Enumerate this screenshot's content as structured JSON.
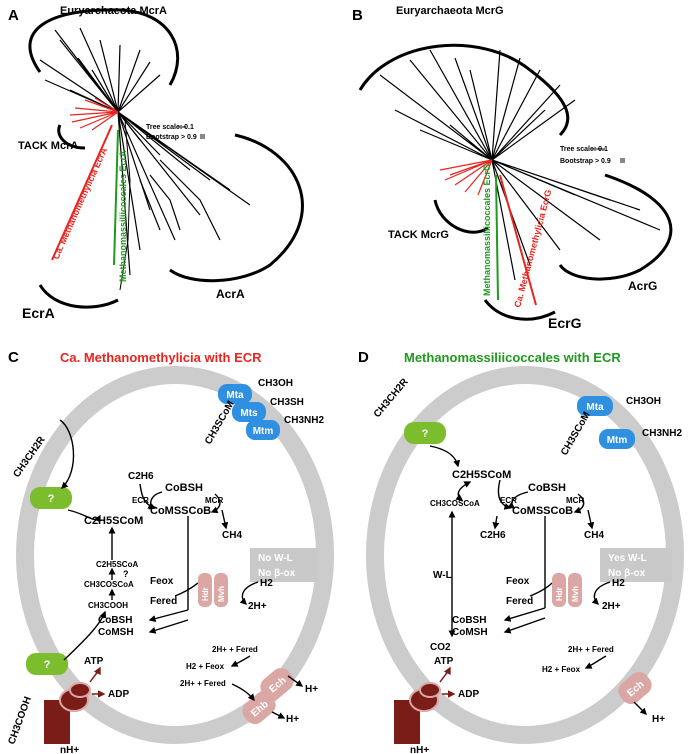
{
  "panel_a": {
    "letter": "A",
    "title": "Euryarchaeota McrA",
    "tack": "TACK McrA",
    "meth": "Ca. Methanomethylicia EcrA",
    "methm": "Methanomassiliicoccales EcrA",
    "ecr": "EcrA",
    "acr": "AcrA",
    "tree_scale": "Tree scale: 0.1",
    "bootstrap": "Bootstrap > 0.9"
  },
  "panel_b": {
    "letter": "B",
    "title": "Euryarchaeota McrG",
    "tack": "TACK McrG",
    "meth": "Ca. Methanomethylicia EcrG",
    "methm": "Methanomassiliicoccales EcrG",
    "ecr": "EcrG",
    "acr": "AcrG",
    "tree_scale": "Tree scale: 0.1",
    "bootstrap": "Bootstrap > 0.9"
  },
  "panel_c": {
    "letter": "C",
    "title": "Ca. Methanomethylicia with ECR",
    "title_color": "#e8251f",
    "substrate_left": "CH3CH2R",
    "substrate_bottom": "CH3COOH",
    "q": "?",
    "mta": "Mta",
    "mts": "Mts",
    "mtm": "Mtm",
    "ch3oh": "CH3OH",
    "ch3sh": "CH3SH",
    "ch3nh2": "CH3NH2",
    "ch3scom": "CH3SCoM",
    "c2h6": "C2H6",
    "cobsh": "CoBSH",
    "ecr": "ECR",
    "mcr": "MCR",
    "comsscob": "CoMSSCoB",
    "c2h5scom": "C2H5SCoM",
    "ch4": "CH4",
    "c2h5scoa": "C2H5SCoA",
    "ch3coscoa": "CH3COSCoA",
    "ch3cooh": "CH3COOH",
    "no_wl": "No W-L",
    "no_box": "No β-ox",
    "feox": "Feox",
    "fered": "Fered",
    "cobsh2": "CoBSH",
    "comsh": "CoMSH",
    "hdr": "Hdr",
    "mvh": "Mvh",
    "h2": "H2",
    "h2plus": "2H+",
    "ech_top": "2H+ + Fered",
    "ech_mid": "H2 + Feox",
    "ehb_in": "2H+ + Fered",
    "ech": "Ech",
    "ehb": "Ehb",
    "hplus1": "H+",
    "hplus2": "H+",
    "atp": "ATP",
    "adp": "ADP",
    "nh": "nH+"
  },
  "panel_d": {
    "letter": "D",
    "title": "Methanomassiliicoccales with ECR",
    "title_color": "#1e9a1e",
    "substrate_left": "CH3CH2R",
    "q": "?",
    "mta": "Mta",
    "mtm": "Mtm",
    "ch3oh": "CH3OH",
    "ch3nh2": "CH3NH2",
    "ch3scom": "CH3SCoM",
    "c2h5scom": "C2H5SCoM",
    "cobsh": "CoBSH",
    "ecr": "ECR",
    "mcr": "MCR",
    "ch3coscoa": "CH3COSCoA",
    "comsscob": "CoMSSCoB",
    "c2h6": "C2H6",
    "ch4": "CH4",
    "yes_wl": "Yes W-L",
    "no_box": "No β-ox",
    "wl": "W-L",
    "co2": "CO2",
    "feox": "Feox",
    "fered": "Fered",
    "cobsh2": "CoBSH",
    "comsh": "CoMSH",
    "hdr": "Hdr",
    "mvh": "Mvh",
    "h2": "H2",
    "h2plus": "2H+",
    "ech_top": "2H+ + Fered",
    "ech_mid": "H2 + Feox",
    "ech": "Ech",
    "hplus": "H+",
    "atp": "ATP",
    "adp": "ADP",
    "nh": "nH+"
  },
  "colors": {
    "red": "#e8251f",
    "green": "#1e9a1e",
    "blue": "#2f8fe0",
    "lime": "#7cbd2e",
    "pink": "#dba7a5",
    "maroon": "#7a1d19",
    "ring": "#cccccc",
    "box": "#c9c9c9"
  }
}
